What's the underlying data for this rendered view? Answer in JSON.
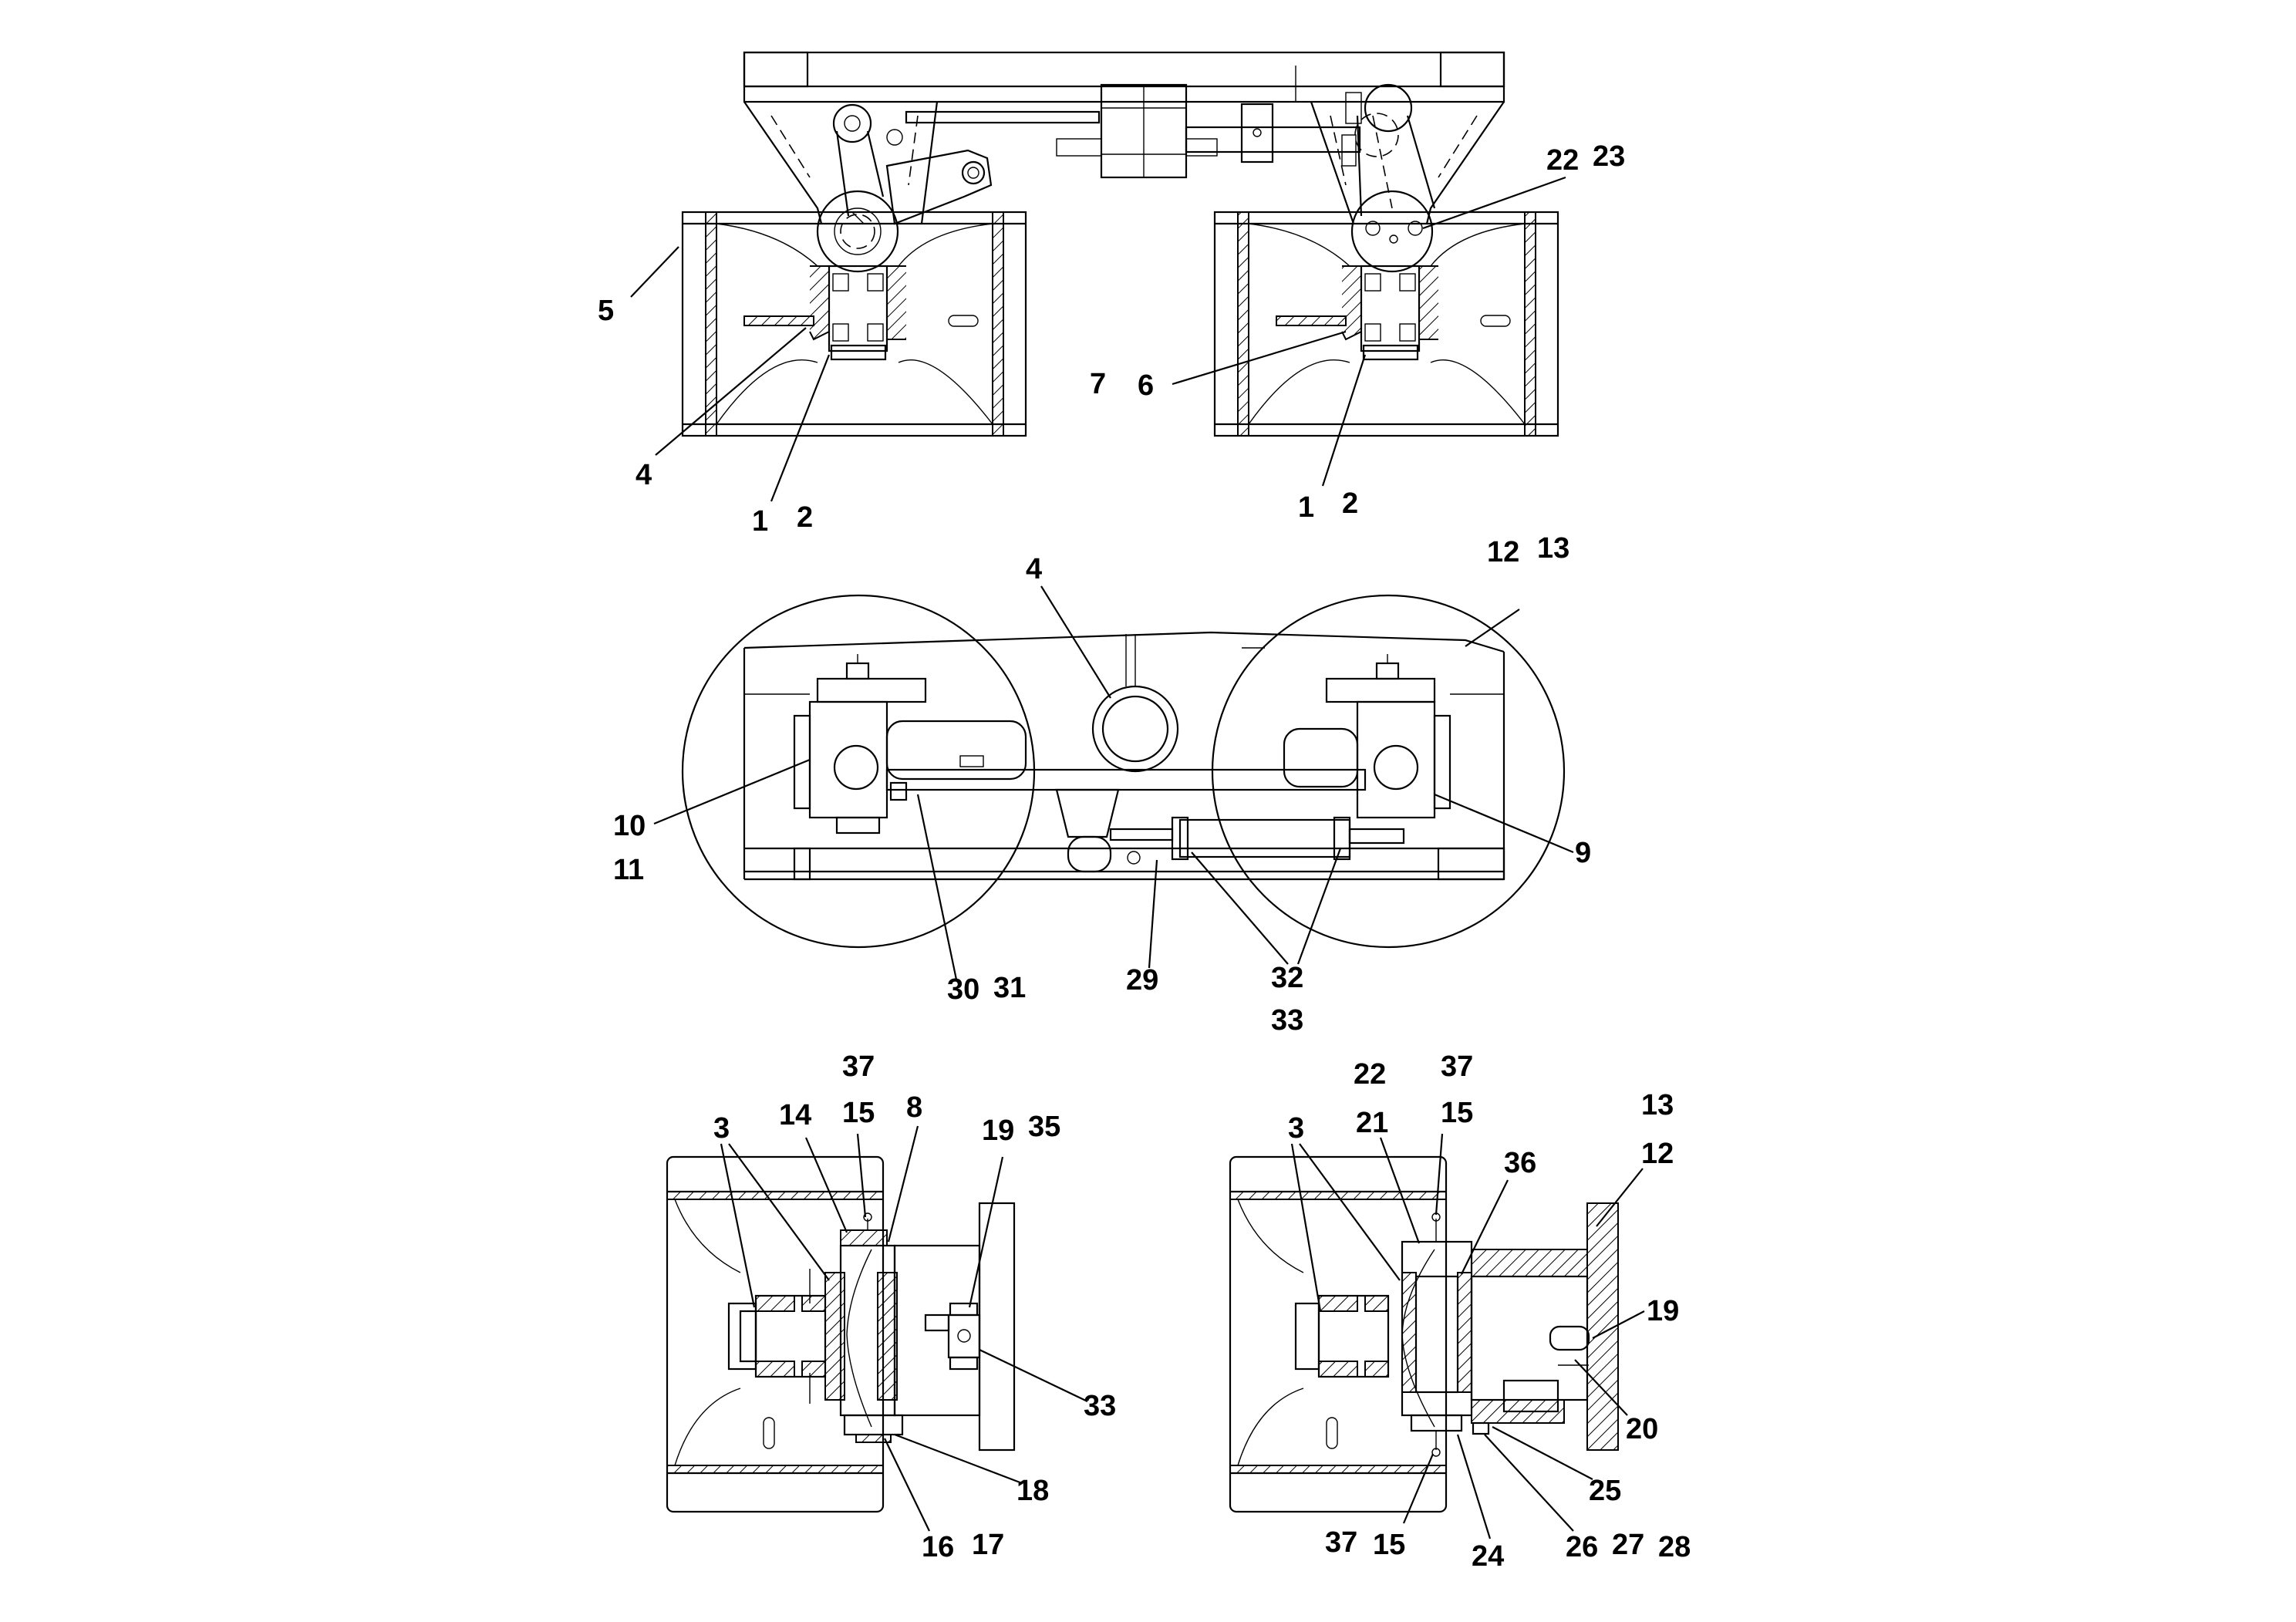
{
  "callouts": {
    "top": {
      "c5": "5",
      "c4": "4",
      "c1a": "1",
      "c2a": "2",
      "c7": "7",
      "c6": "6",
      "c1b": "1",
      "c2b": "2",
      "c22": "22",
      "c23": "23"
    },
    "middle": {
      "c4": "4",
      "c12": "12",
      "c13": "13",
      "c10": "10",
      "c11": "11",
      "c9": "9",
      "c30": "30",
      "c31": "31",
      "c29": "29",
      "c32": "32",
      "c33": "33"
    },
    "bottom_left": {
      "c37": "37",
      "c15": "15",
      "c3": "3",
      "c14": "14",
      "c8": "8",
      "c19": "19",
      "c35": "35",
      "c33": "33",
      "c18": "18",
      "c16": "16",
      "c17": "17"
    },
    "bottom_right": {
      "c22": "22",
      "c37": "37",
      "c13": "13",
      "c3": "3",
      "c21": "21",
      "c15": "15",
      "c36": "36",
      "c12": "12",
      "c19": "19",
      "c20": "20",
      "c25": "25",
      "c37b": "37",
      "c15b": "15",
      "c24": "24",
      "c26": "26",
      "c27": "27",
      "c28": "28"
    }
  }
}
